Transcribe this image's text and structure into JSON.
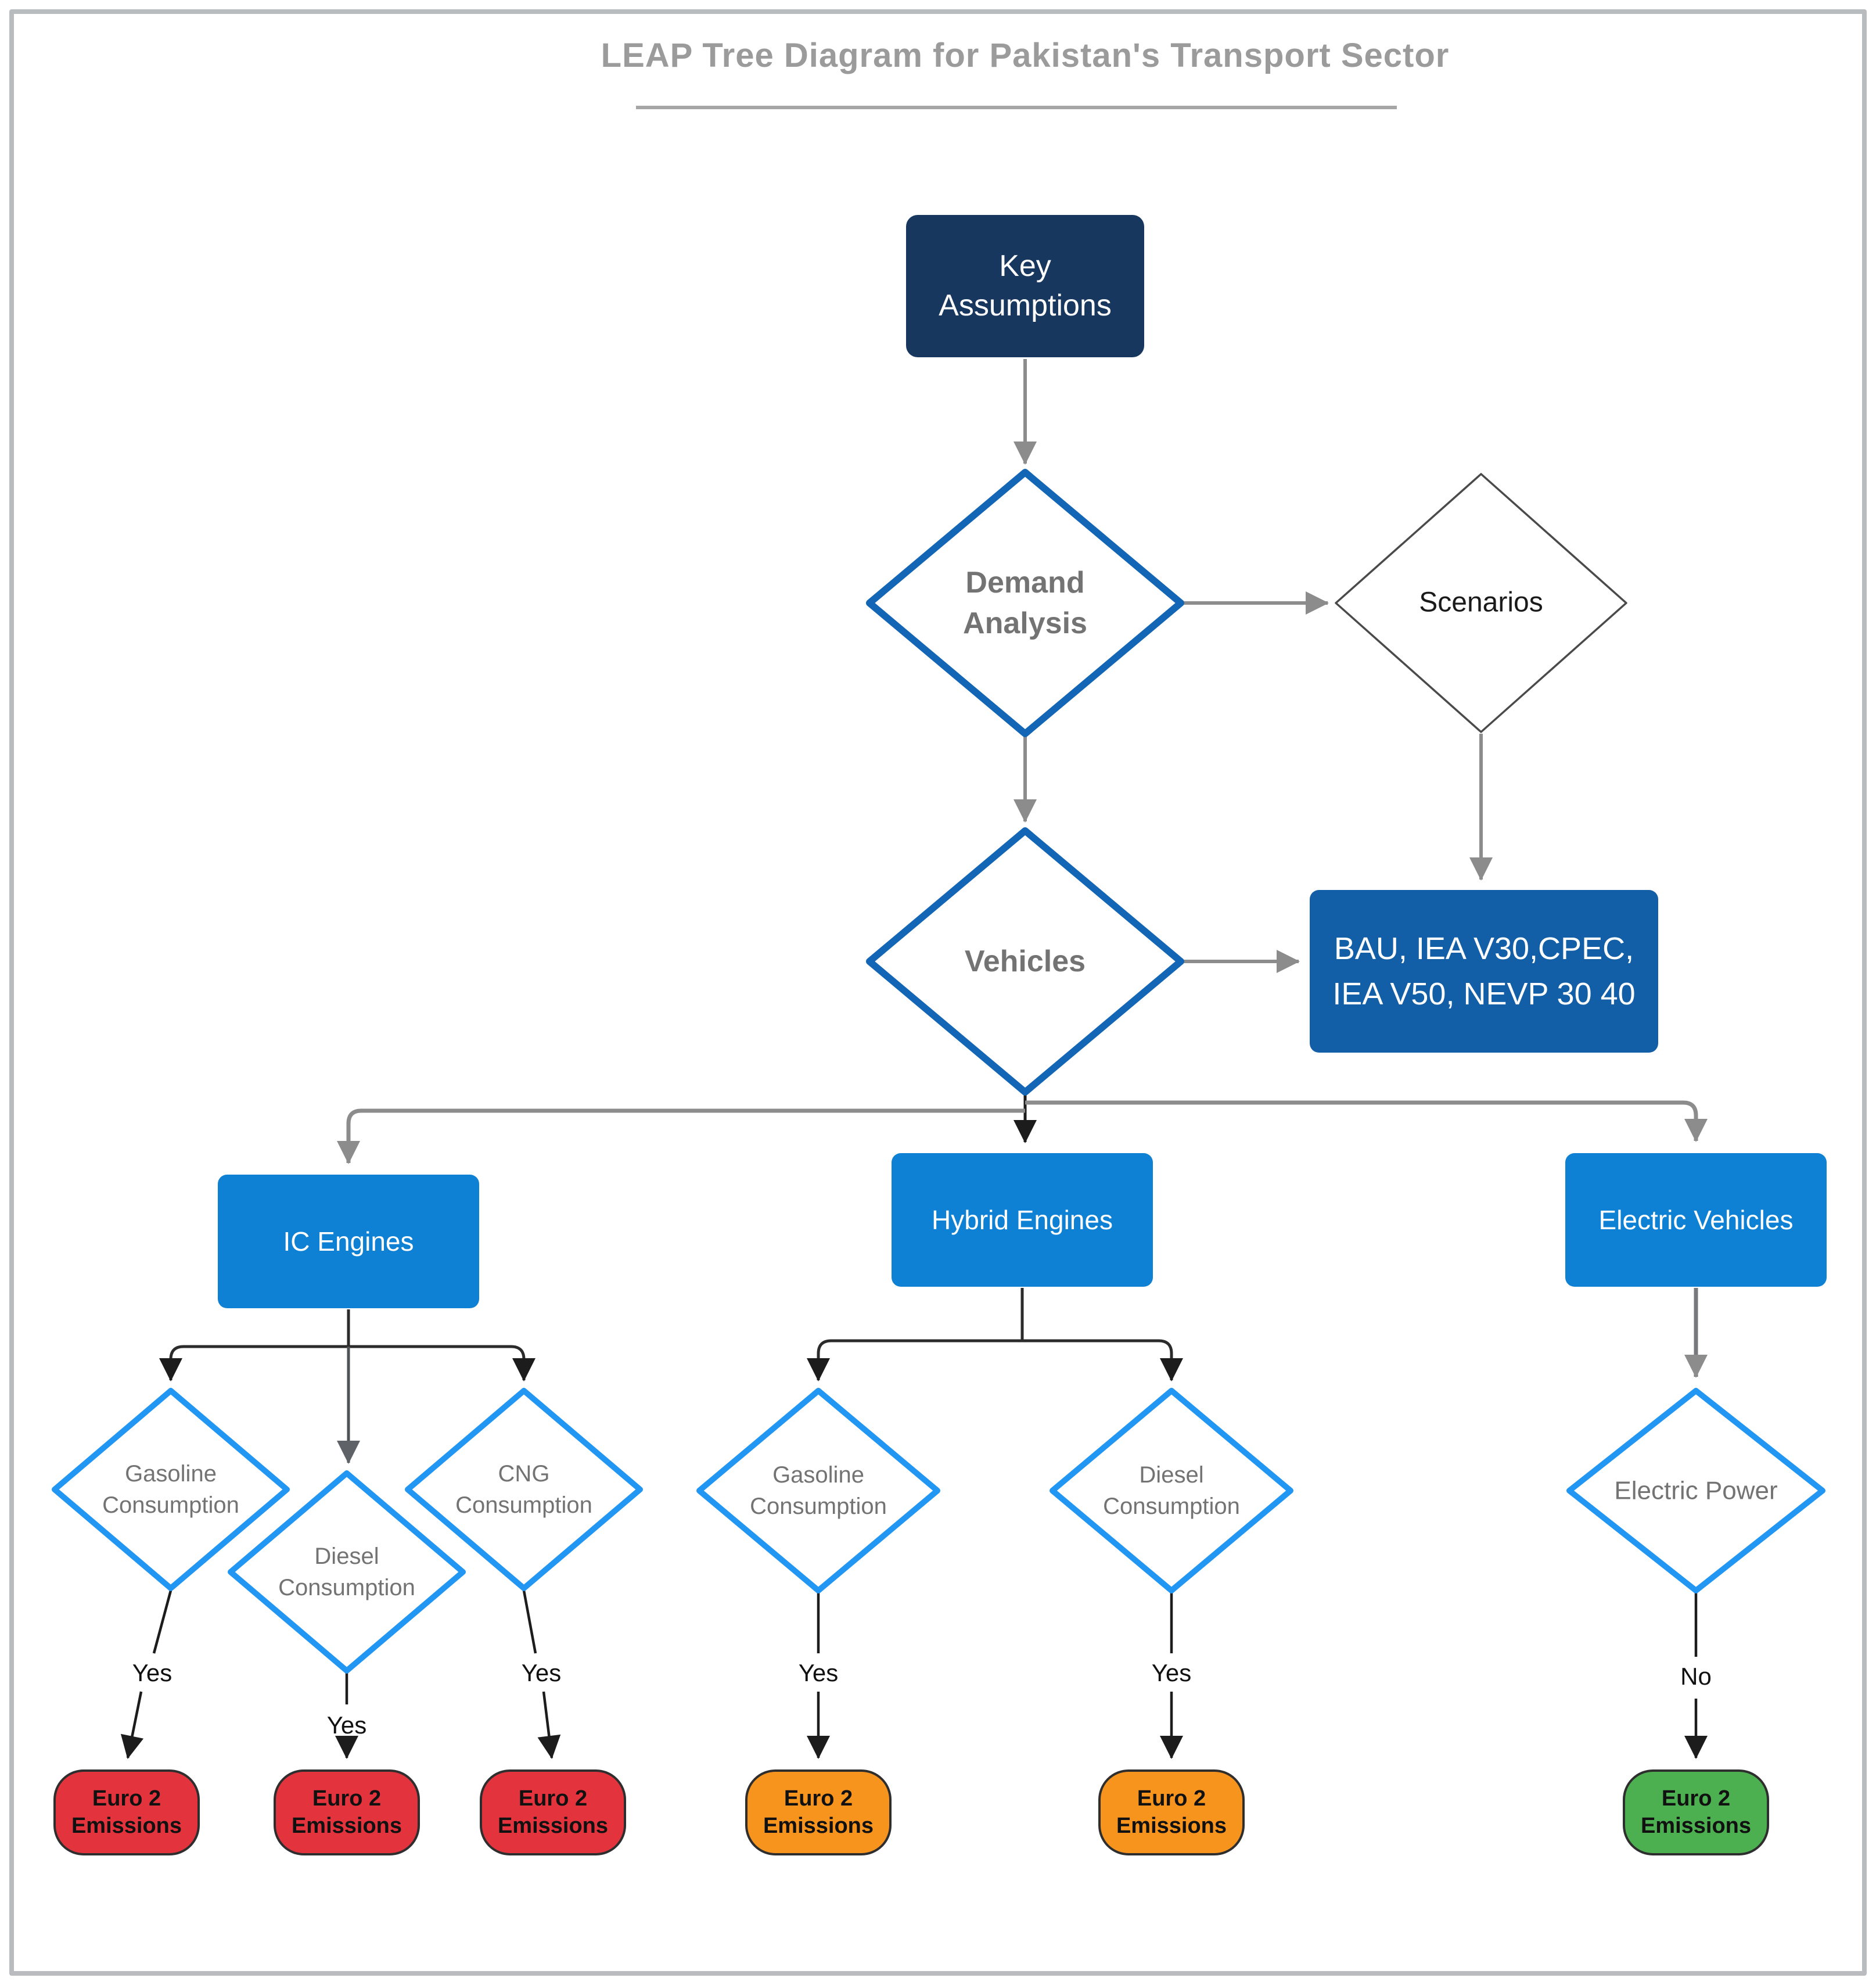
{
  "title": {
    "text": "LEAP Tree Diagram for Pakistan's Transport Sector"
  },
  "nodes": {
    "key_assumptions": "Key\nAssumptions",
    "demand_analysis": "Demand\nAnalysis",
    "scenarios": "Scenarios",
    "vehicles": "Vehicles",
    "scenario_list": "BAU, IEA V30,CPEC,\nIEA V50, NEVP 30 40",
    "ic_engines": "IC Engines",
    "hybrid_engines": "Hybrid Engines",
    "electric_vehicles": "Electric Vehicles",
    "ic_gasoline": "Gasoline\nConsumption",
    "ic_diesel": "Diesel\nConsumption",
    "ic_cng": "CNG\nConsumption",
    "hybrid_gasoline": "Gasoline\nConsumption",
    "hybrid_diesel": "Diesel\nConsumption",
    "electric_power": "Electric Power",
    "euro2": "Euro 2\nEmissions"
  },
  "edge_labels": {
    "yes": "Yes",
    "no": "No"
  },
  "colors": {
    "title_gray": "#9b9b9b",
    "dark_navy": "#17375e",
    "medium_blue": "#135fa7",
    "bright_blue": "#0f81d4",
    "decision_diamond_border": "#1266b5",
    "consumption_diamond_border": "#2196f3",
    "scenarios_diamond_border": "#4a4a4a",
    "emission_red": "#e3343e",
    "emission_orange": "#f7941e",
    "emission_green": "#4caf50",
    "connector_gray": "#8c8c8c",
    "connector_black": "#1c1c1c"
  }
}
